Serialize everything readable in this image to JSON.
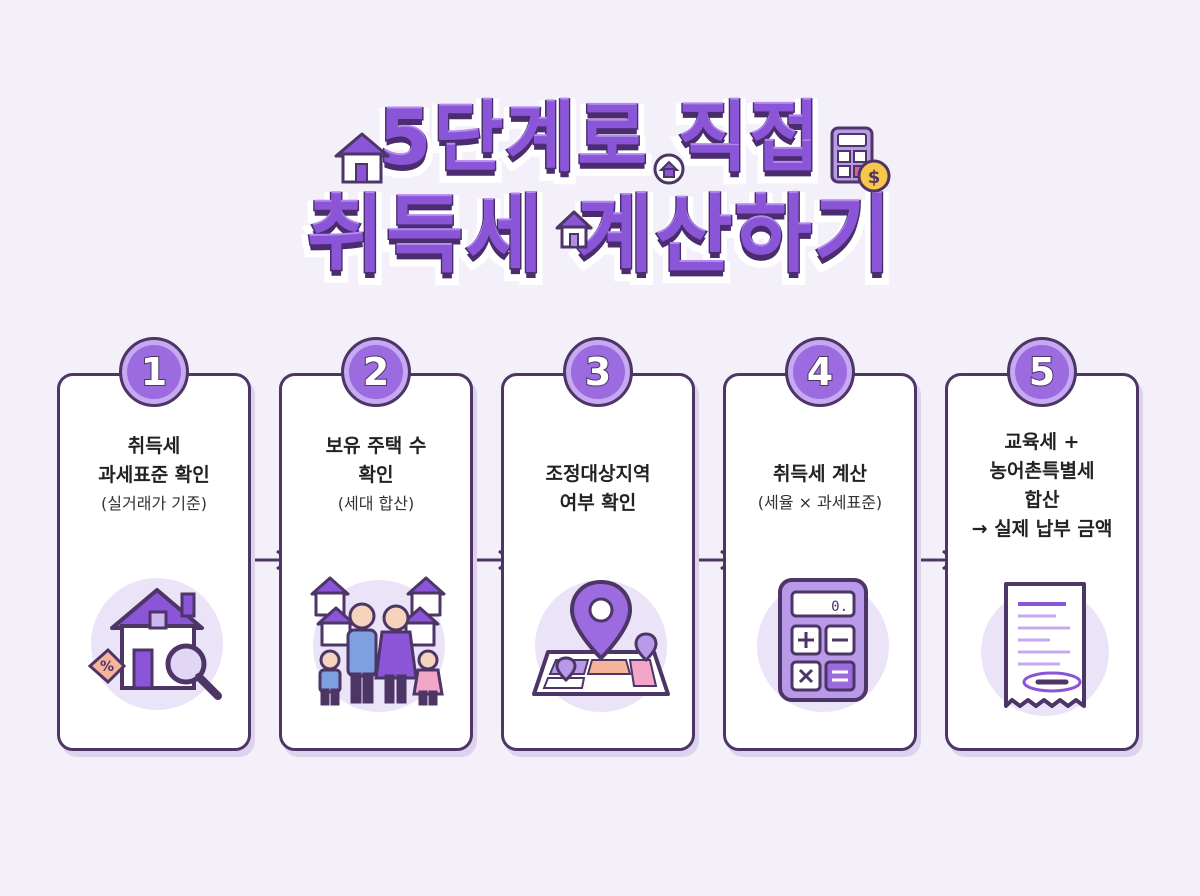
{
  "title": {
    "line1": "5단계로 직접",
    "line2": "취득세 계산하기"
  },
  "colors": {
    "background": "#f3f0fa",
    "accent": "#9c6be0",
    "outline": "#4d3566",
    "card": "#ffffff"
  },
  "steps": [
    {
      "number": "1",
      "title_lines": [
        "취득세",
        "과세표준 확인"
      ],
      "sub_lines": [
        "(실거래가 기준)"
      ],
      "icon": "house-magnifier-icon"
    },
    {
      "number": "2",
      "title_lines": [
        "보유 주택 수",
        "확인"
      ],
      "sub_lines": [
        "(세대 합산)"
      ],
      "icon": "family-houses-icon"
    },
    {
      "number": "3",
      "title_lines": [
        "조정대상지역",
        "여부 확인"
      ],
      "sub_lines": [],
      "icon": "map-pin-icon"
    },
    {
      "number": "4",
      "title_lines": [
        "취득세 계산"
      ],
      "sub_lines": [
        "(세율 × 과세표준)"
      ],
      "icon": "calculator-icon"
    },
    {
      "number": "5",
      "title_lines": [
        "교육세 +",
        "농어촌특별세",
        "합산",
        "→ 실제 납부 금액"
      ],
      "sub_lines": [],
      "icon": "receipt-icon"
    }
  ],
  "calculator_display": "0."
}
